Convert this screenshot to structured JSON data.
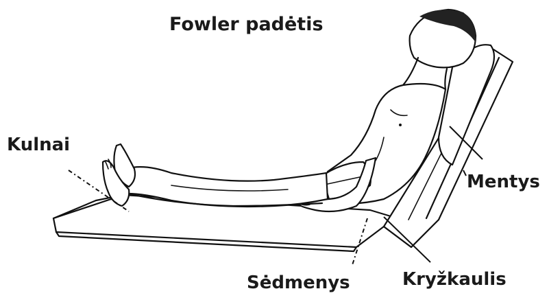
{
  "title": "Fowler padėtis",
  "labels": {
    "heels": "Kulnai",
    "shoulder_blades": "Mentys",
    "buttocks": "Sėdmenys",
    "sacrum": "Kryžkaulis"
  }
}
